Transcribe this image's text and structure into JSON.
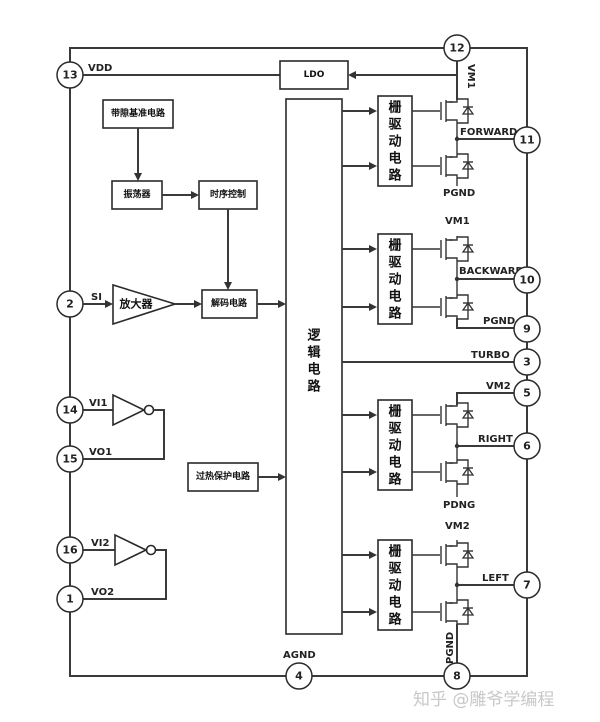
{
  "diagram": {
    "title": "Motor driver IC internal block diagram",
    "pins": [
      {
        "num": "13",
        "signal": "VDD"
      },
      {
        "num": "12",
        "signal": "VM1"
      },
      {
        "num": "11",
        "signal": "FORWARD"
      },
      {
        "num": "10",
        "signal": "BACKWARD"
      },
      {
        "num": "9",
        "signal": "PGND"
      },
      {
        "num": "3",
        "signal": "TURBO"
      },
      {
        "num": "5",
        "signal": "VM2"
      },
      {
        "num": "6",
        "signal": "RIGHT"
      },
      {
        "num": "7",
        "signal": "LEFT"
      },
      {
        "num": "8",
        "signal": "PGND"
      },
      {
        "num": "4",
        "signal": "AGND"
      },
      {
        "num": "2",
        "signal": "SI"
      },
      {
        "num": "14",
        "signal": "VI1"
      },
      {
        "num": "15",
        "signal": "VO1"
      },
      {
        "num": "16",
        "signal": "VI2"
      },
      {
        "num": "1",
        "signal": "VO2"
      }
    ],
    "blocks": {
      "ldo": "LDO",
      "bandgap": "带隙基准电路",
      "oscillator": "振荡器",
      "timing": "时序控制",
      "amplifier": "放大器",
      "decoder": "解码电路",
      "thermal": "过热保护电路",
      "logic": [
        "逻",
        "辑",
        "电",
        "路"
      ],
      "gate_driver": [
        "栅",
        "驱",
        "动",
        "电",
        "路"
      ]
    },
    "bridge_labels": {
      "b1_top": "VM1",
      "b1_bot": "PGND",
      "b2_top": "VM1",
      "b3_top": "VM2",
      "b3_bot": "PDNG",
      "b4_top": "VM2",
      "b4_bot": "PGND"
    },
    "watermark": "知乎 @雕爷学编程"
  }
}
